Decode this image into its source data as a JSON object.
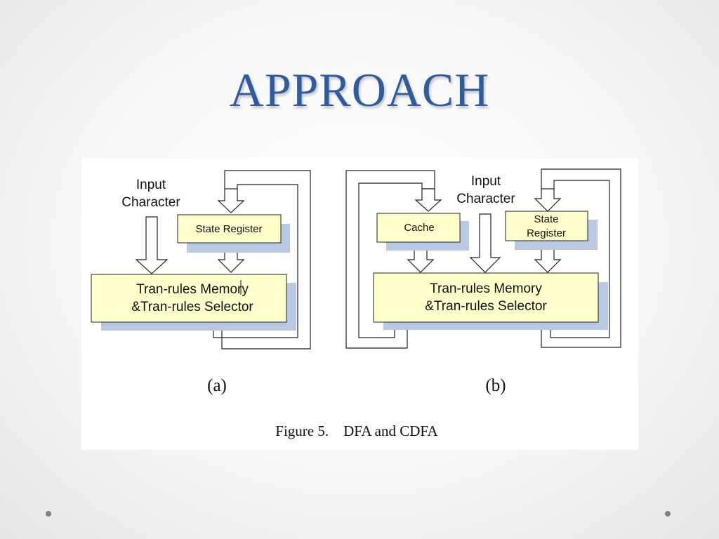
{
  "slide": {
    "title": "APPROACH"
  },
  "diagram_a": {
    "input_line1": "Input",
    "input_line2": "Character",
    "state_register": "State Register",
    "memory_line1": "Tran-rules Memory",
    "memory_line2": "&Tran-rules Selector",
    "caption": "(a)"
  },
  "diagram_b": {
    "input_line1": "Input",
    "input_line2": "Character",
    "cache": "Cache",
    "state_line1": "State",
    "state_line2": "Register",
    "memory_line1": "Tran-rules Memory",
    "memory_line2": "&Tran-rules Selector",
    "caption": "(b)"
  },
  "figure_caption": "Figure 5.    DFA and CDFA",
  "colors": {
    "title": "#2e5d9e",
    "box_fill": "#ffffcc",
    "box_shadow": "#b9c9e3",
    "bullet": "#808080"
  }
}
